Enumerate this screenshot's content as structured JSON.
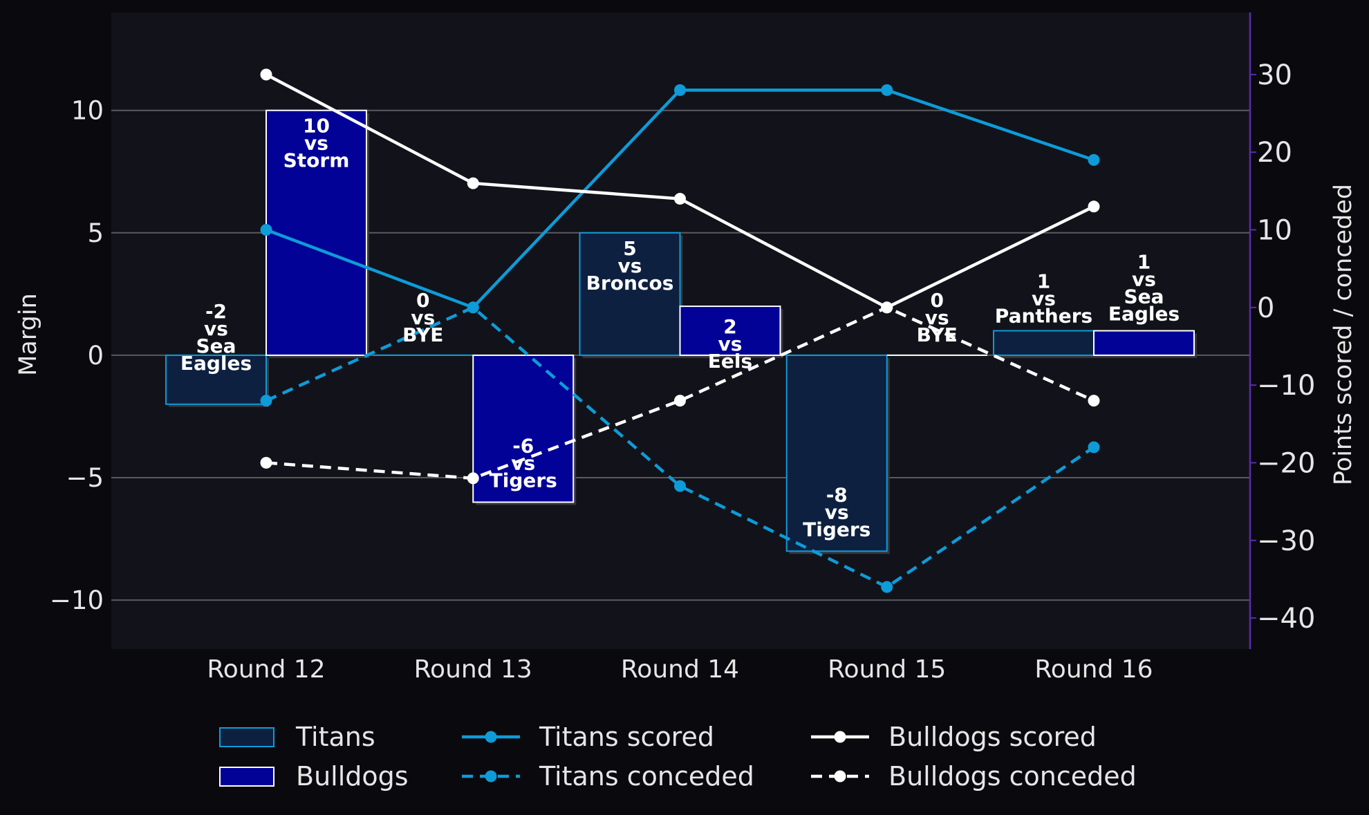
{
  "chart_data": {
    "type": "bar",
    "categories": [
      "Round 12",
      "Round 13",
      "Round 14",
      "Round 15",
      "Round 16"
    ],
    "ylabel": "Margin",
    "y2label": "Points scored / conceded",
    "ylim": [
      -12,
      14
    ],
    "y2lim": [
      -44,
      38
    ],
    "yticks": [
      -10,
      -5,
      0,
      5,
      10
    ],
    "yticks_labels": [
      "−10",
      "−5",
      "0",
      "5",
      "10"
    ],
    "y2ticks": [
      -40,
      -30,
      -20,
      -10,
      0,
      10,
      20,
      30
    ],
    "y2ticks_labels": [
      "−40",
      "−30",
      "−20",
      "−10",
      "0",
      "10",
      "20",
      "30"
    ],
    "grid": true,
    "legend_position": "bottom",
    "bar_series": [
      {
        "name": "Titans",
        "fill": "#0d2040",
        "edge": "#0e9bd8",
        "values": [
          -2,
          0,
          5,
          -8,
          1
        ],
        "labels": [
          [
            "-2",
            "vs",
            "Sea",
            "Eagles"
          ],
          [
            "0",
            "vs",
            "BYE"
          ],
          [
            "5",
            "vs",
            "Broncos"
          ],
          [
            "-8",
            "vs",
            "Tigers"
          ],
          [
            "1",
            "vs",
            "Panthers"
          ]
        ]
      },
      {
        "name": "Bulldogs",
        "fill": "#020296",
        "edge": "#ffffff",
        "values": [
          10,
          -6,
          2,
          0,
          1
        ],
        "labels": [
          [
            "10",
            "vs",
            "Storm"
          ],
          [
            "-6",
            "vs",
            "Tigers"
          ],
          [
            "2",
            "vs",
            "Eels"
          ],
          [
            "0",
            "vs",
            "BYE"
          ],
          [
            "1",
            "vs",
            "Sea",
            "Eagles"
          ]
        ]
      }
    ],
    "line_series": [
      {
        "name": "Titans scored",
        "color": "#0e9bd8",
        "dashed": false,
        "values": [
          10,
          0,
          28,
          28,
          19
        ]
      },
      {
        "name": "Titans conceded",
        "color": "#0e9bd8",
        "dashed": true,
        "values": [
          -12,
          0,
          -23,
          -36,
          -18
        ]
      },
      {
        "name": "Bulldogs scored",
        "color": "#ffffff",
        "dashed": false,
        "values": [
          30,
          16,
          14,
          0,
          13
        ]
      },
      {
        "name": "Bulldogs conceded",
        "color": "#ffffff",
        "dashed": true,
        "values": [
          -20,
          -22,
          -12,
          0,
          -12
        ]
      }
    ]
  },
  "colors": {
    "page_background": "#0a0a0e",
    "plot_background": "#12131a",
    "grid": "#5a5a5e",
    "right_spine": "#5b2bb0",
    "text": "#e6e6e6"
  }
}
